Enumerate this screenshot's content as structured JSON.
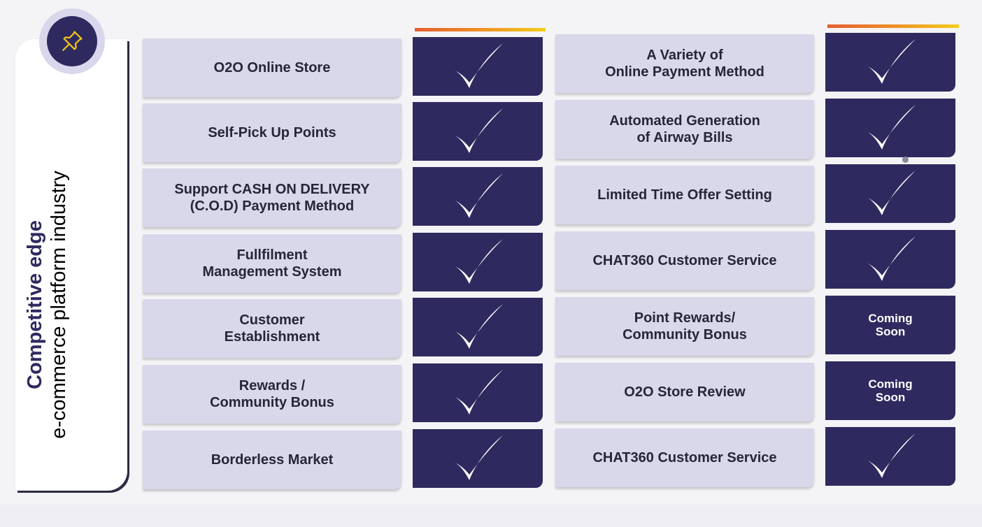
{
  "side": {
    "title_bold": "Competitive edge",
    "title_regular": "e-commerce platform industry",
    "icon": "pushpin-icon"
  },
  "colors": {
    "navy": "#2e2a5f",
    "lavender": "#d9d7ea",
    "accent_start": "#e45d2f",
    "accent_end": "#f2cd1a"
  },
  "left_features": [
    {
      "label": "O2O Online Store",
      "status": "check"
    },
    {
      "label": "Self-Pick Up Points",
      "status": "check"
    },
    {
      "label": "Support CASH ON DELIVERY\n(C.O.D) Payment Method",
      "status": "check"
    },
    {
      "label": "Fullfilment\nManagement System",
      "status": "check"
    },
    {
      "label": "Customer\nEstablishment",
      "status": "check"
    },
    {
      "label": "Rewards /\nCommunity Bonus",
      "status": "check"
    },
    {
      "label": "Borderless Market",
      "status": "check"
    }
  ],
  "right_features": [
    {
      "label": "A Variety of\nOnline Payment Method",
      "status": "check"
    },
    {
      "label": "Automated Generation\nof Airway Bills",
      "status": "check"
    },
    {
      "label": "Limited Time Offer Setting",
      "status": "check"
    },
    {
      "label": "CHAT360 Customer Service",
      "status": "check"
    },
    {
      "label": "Point Rewards/\nCommunity Bonus",
      "status": "coming",
      "status_text": "Coming\nSoon"
    },
    {
      "label": "O2O Store Review",
      "status": "coming",
      "status_text": "Coming\nSoon"
    },
    {
      "label": "CHAT360 Customer Service",
      "status": "check"
    }
  ]
}
